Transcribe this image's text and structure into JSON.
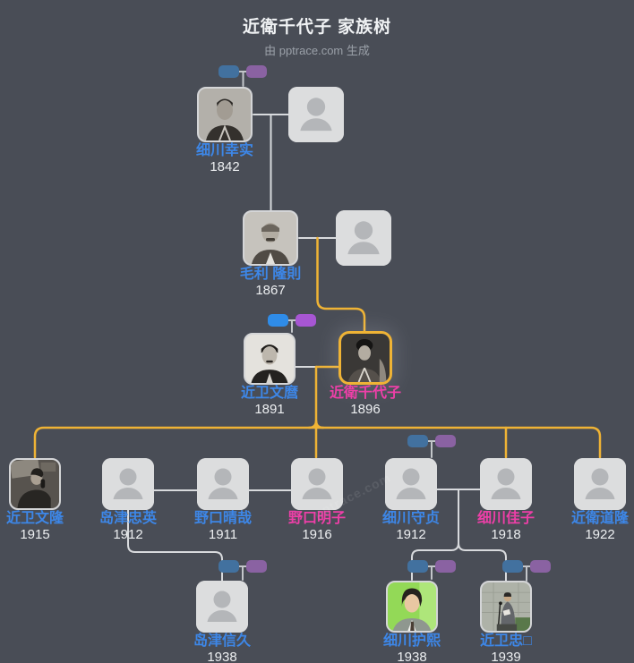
{
  "header": {
    "title": "近衛千代子 家族树",
    "subtitle": "由 pptrace.com 生成"
  },
  "watermark": "pptrace.com",
  "colors": {
    "background": "#494d56",
    "male_name": "#3d87e8",
    "female_name": "#ee3fa8",
    "year_text": "#edeff1",
    "connector": "#d8dadd",
    "lineage_highlight": "#efb335",
    "union_pill_male": "#42719f",
    "union_pill_female": "#8a62a2",
    "union_pill_male_active": "#2f8ce8",
    "union_pill_female_active": "#a756d3",
    "placeholder_bg": "#dcddde",
    "placeholder_icon": "#b4b6b9"
  },
  "nodes": [
    {
      "name": "细川幸实",
      "year": "1842",
      "gender": "male",
      "photo": "portrait"
    },
    {
      "name": "",
      "year": "",
      "gender": "unknown",
      "photo": "placeholder"
    },
    {
      "name": "毛利 隆則",
      "year": "1867",
      "gender": "male",
      "photo": "portrait"
    },
    {
      "name": "",
      "year": "",
      "gender": "unknown",
      "photo": "placeholder"
    },
    {
      "name": "近卫文麿",
      "year": "1891",
      "gender": "male",
      "photo": "portrait"
    },
    {
      "name": "近衛千代子",
      "year": "1896",
      "gender": "female",
      "photo": "portrait",
      "focal": true
    },
    {
      "name": "近卫文隆",
      "year": "1915",
      "gender": "male",
      "photo": "portrait"
    },
    {
      "name": "岛津忠英",
      "year": "1912",
      "gender": "male",
      "photo": "placeholder"
    },
    {
      "name": "野口晴哉",
      "year": "1911",
      "gender": "male",
      "photo": "placeholder"
    },
    {
      "name": "野口明子",
      "year": "1916",
      "gender": "female",
      "photo": "placeholder"
    },
    {
      "name": "细川守贞",
      "year": "1912",
      "gender": "male",
      "photo": "placeholder"
    },
    {
      "name": "细川佳子",
      "year": "1918",
      "gender": "female",
      "photo": "placeholder"
    },
    {
      "name": "近衛道隆",
      "year": "1922",
      "gender": "male",
      "photo": "placeholder"
    },
    {
      "name": "岛津信久",
      "year": "1938",
      "gender": "male",
      "photo": "placeholder"
    },
    {
      "name": "细川护熙",
      "year": "1938",
      "gender": "male",
      "photo": "portrait"
    },
    {
      "name": "近卫忠□",
      "year": "1939",
      "gender": "male",
      "photo": "portrait"
    }
  ]
}
